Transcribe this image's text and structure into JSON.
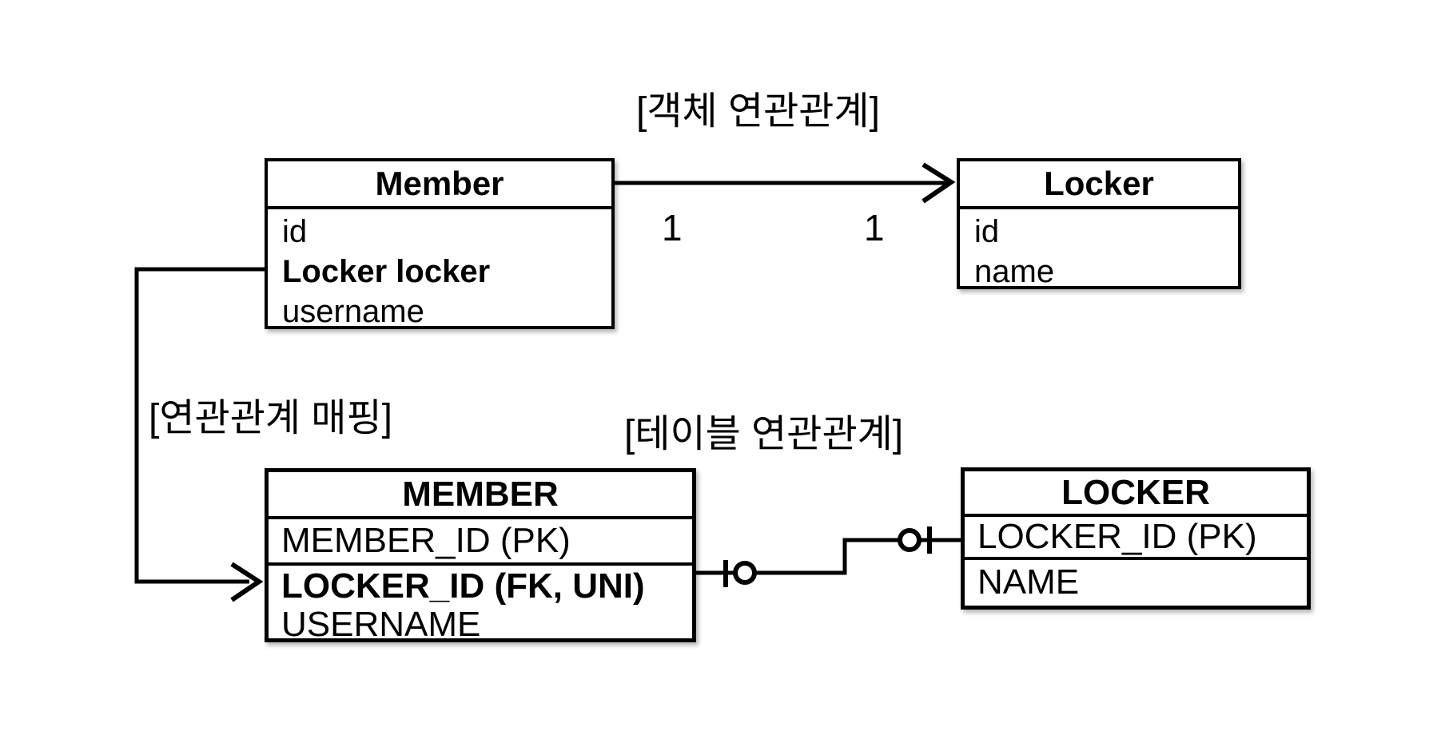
{
  "object_section": {
    "title": "[객체 연관관계]",
    "member": {
      "name": "Member",
      "fields": [
        "id",
        "Locker locker",
        "username"
      ]
    },
    "locker": {
      "name": "Locker",
      "fields": [
        "id",
        "name"
      ]
    },
    "cardinality": {
      "source": "1",
      "target": "1"
    }
  },
  "mapping_section": {
    "label": "[연관관계 매핑]"
  },
  "table_section": {
    "title": "[테이블 연관관계]",
    "member_table": {
      "name": "MEMBER",
      "rows": [
        "MEMBER_ID (PK)",
        "LOCKER_ID (FK, UNI)",
        "USERNAME"
      ]
    },
    "locker_table": {
      "name": "LOCKER",
      "rows": [
        "LOCKER_ID (PK)",
        "NAME"
      ]
    }
  },
  "colors": {
    "line": "#000000",
    "background": "#ffffff"
  }
}
